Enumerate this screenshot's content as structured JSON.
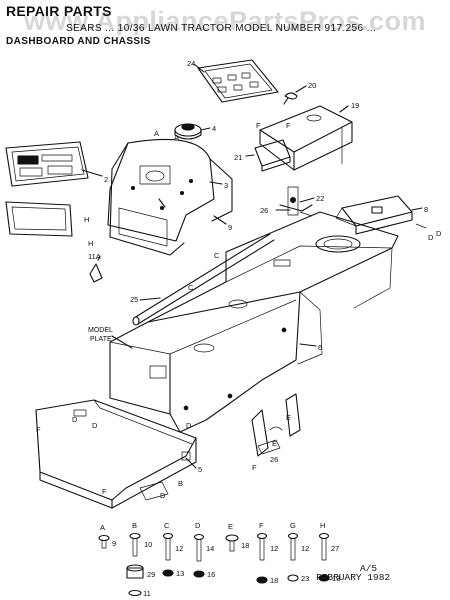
{
  "header": {
    "title": "REPAIR PARTS",
    "subtitle": "SEARS ... 10/36 LAWN TRACTOR MODEL NUMBER 917.256 ...",
    "section": "DASHBOARD AND CHASSIS"
  },
  "watermark": "www.AppliancePartsPros.com",
  "callouts": {
    "c24": "24",
    "c20": "20",
    "c19": "19",
    "c4": "4",
    "c2": "2",
    "c3": "3",
    "c21": "21",
    "c22": "22",
    "c26a": "26",
    "c8": "8",
    "c9": "9",
    "c11a": "11A",
    "c25": "25",
    "c5": "5",
    "c26b": "26",
    "c6": "6"
  },
  "letters": {
    "a1": "A",
    "a2": "A",
    "f1": "F",
    "f2": "F",
    "f3": "F",
    "f4": "F",
    "f5": "F",
    "h1": "H",
    "h2": "H",
    "c1": "C",
    "c2": "C",
    "e1": "E",
    "e2": "E",
    "d1": "D",
    "d2": "D",
    "d3": "D",
    "d4": "D",
    "d5": "D",
    "d6": "D",
    "b1": "B"
  },
  "model_plate": {
    "line1": "MODEL",
    "line2": "PLATE"
  },
  "hardware": [
    {
      "letter": "A",
      "num": "9",
      "sub": ""
    },
    {
      "letter": "B",
      "num": "10",
      "sub1": "29",
      "sub2": "11"
    },
    {
      "letter": "C",
      "num": "12",
      "sub": "13"
    },
    {
      "letter": "D",
      "num": "14",
      "sub": "16"
    },
    {
      "letter": "E",
      "num": "18",
      "sub": ""
    },
    {
      "letter": "F",
      "num": "12",
      "sub": "18"
    },
    {
      "letter": "G",
      "num": "12",
      "sub": "23"
    },
    {
      "letter": "H",
      "num": "27",
      "sub": "13"
    }
  ],
  "footer": {
    "page": "A/5",
    "date": "FEBRUARY 1982"
  }
}
